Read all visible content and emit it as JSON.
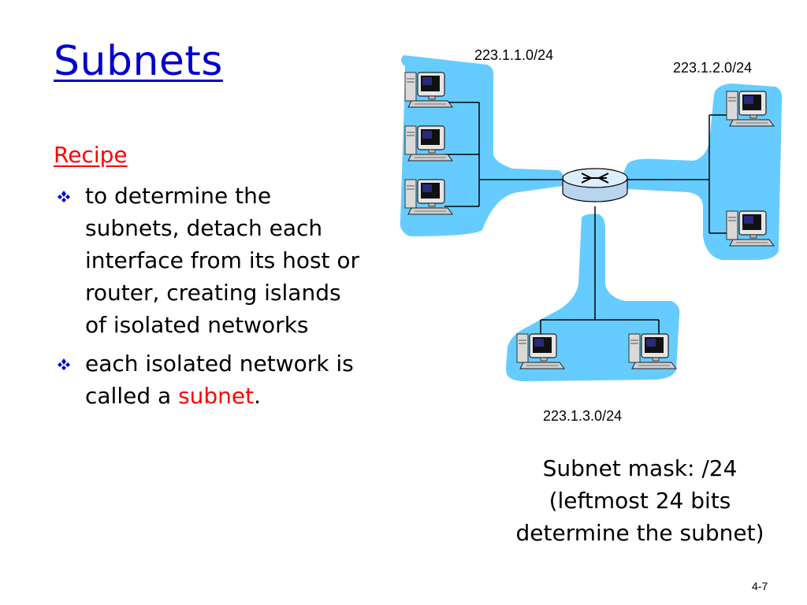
{
  "slide": {
    "title": "Subnets",
    "recipe_label": "Recipe",
    "bullets": [
      {
        "text": "to determine the subnets, detach each interface from its host or router, creating islands of isolated networks"
      },
      {
        "text_before": "each isolated network is called a ",
        "highlight": "subnet",
        "text_after": "."
      }
    ],
    "page_number": "4-7"
  },
  "diagram": {
    "subnets": [
      {
        "label": "223.1.1.0/24"
      },
      {
        "label": "223.1.2.0/24"
      },
      {
        "label": "223.1.3.0/24"
      }
    ],
    "mask_lines": [
      "Subnet mask: /24",
      "(leftmost 24 bits",
      "determine the subnet)"
    ]
  },
  "colors": {
    "title": "#0000cc",
    "recipe": "#ff0000",
    "highlight": "#ff0000",
    "island_fill": "#66ccff",
    "router_fill": "#ddeeff"
  }
}
